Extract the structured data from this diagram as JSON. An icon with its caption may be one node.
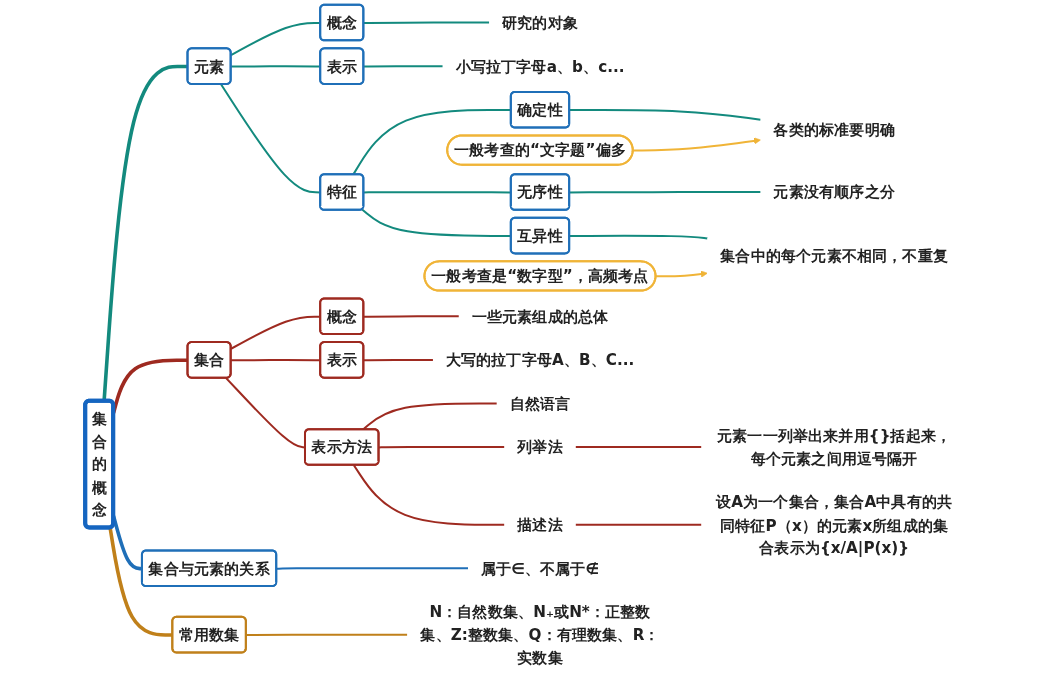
{
  "diagram": {
    "nodes": [
      {
        "text": [
          "集合的概念"
        ]
      },
      {
        "text": [
          "元素"
        ]
      },
      {
        "text": [
          "概念"
        ]
      },
      {
        "text": [
          "研究的对象"
        ]
      },
      {
        "text": [
          "表示"
        ]
      },
      {
        "text": [
          "小写拉丁字母a、b、c..."
        ]
      },
      {
        "text": [
          "特征"
        ]
      },
      {
        "text": [
          "确定性"
        ]
      },
      {
        "text": [
          "一般考查的“文字题”偏多"
        ]
      },
      {
        "text": [
          "各类的标准要明确"
        ]
      },
      {
        "text": [
          "无序性"
        ]
      },
      {
        "text": [
          "元素没有顺序之分"
        ]
      },
      {
        "text": [
          "互异性"
        ]
      },
      {
        "text": [
          "一般考查是“数字型”，高频考点"
        ]
      },
      {
        "text": [
          "集合中的每个元素不相同，不重复"
        ]
      },
      {
        "text": [
          "集合"
        ]
      },
      {
        "text": [
          "概念"
        ]
      },
      {
        "text": [
          "一些元素组成的总体"
        ]
      },
      {
        "text": [
          "表示"
        ]
      },
      {
        "text": [
          "大写的拉丁字母A、B、C..."
        ]
      },
      {
        "text": [
          "表示方法"
        ]
      },
      {
        "text": [
          "自然语言"
        ]
      },
      {
        "text": [
          "列举法"
        ]
      },
      {
        "text": [
          "元素一一列举出来并用{}括起来，每个元素之间用逗号隔开"
        ]
      },
      {
        "text": [
          "描述法"
        ]
      },
      {
        "text": [
          "设A为一个集合，集合A中具有的共同特征P（x）的元素x所组成的集合表示为{x/A|P(x)}"
        ]
      },
      {
        "text": [
          "集合与元素的关系"
        ]
      },
      {
        "text": [
          "属于∈、不属于∉"
        ]
      },
      {
        "text": [
          "常用数集"
        ]
      },
      {
        "text": [
          "N：自然数集、N₊或N*：正整数集、Z:整数集、Q：有理数集、R：实数集"
        ]
      }
    ],
    "edges": [
      {
        "from": 0,
        "to": 1,
        "arrow": "none",
        "style": "thick"
      },
      {
        "from": 1,
        "to": 2,
        "arrow": "none"
      },
      {
        "from": 2,
        "to": 3,
        "arrow": "none"
      },
      {
        "from": 1,
        "to": 4,
        "arrow": "none"
      },
      {
        "from": 4,
        "to": 5,
        "arrow": "none"
      },
      {
        "from": 1,
        "to": 6,
        "arrow": "none"
      },
      {
        "from": 6,
        "to": 7,
        "arrow": "none"
      },
      {
        "from": 7,
        "to": 9,
        "arrow": "none"
      },
      {
        "from": 8,
        "to": 9,
        "arrow": "to",
        "color": "#f0b437"
      },
      {
        "from": 6,
        "to": 10,
        "arrow": "none"
      },
      {
        "from": 10,
        "to": 11,
        "arrow": "none"
      },
      {
        "from": 6,
        "to": 12,
        "arrow": "none"
      },
      {
        "from": 12,
        "to": 14,
        "arrow": "none"
      },
      {
        "from": 13,
        "to": 14,
        "arrow": "to",
        "color": "#f0b437"
      },
      {
        "from": 0,
        "to": 15,
        "arrow": "none",
        "style": "thick",
        "color": "#9e2a20"
      },
      {
        "from": 15,
        "to": 16,
        "arrow": "none",
        "color": "#9e2a20"
      },
      {
        "from": 16,
        "to": 17,
        "arrow": "none",
        "color": "#9e2a20"
      },
      {
        "from": 15,
        "to": 18,
        "arrow": "none",
        "color": "#9e2a20"
      },
      {
        "from": 18,
        "to": 19,
        "arrow": "none",
        "color": "#9e2a20"
      },
      {
        "from": 15,
        "to": 20,
        "arrow": "none",
        "color": "#9e2a20"
      },
      {
        "from": 20,
        "to": 21,
        "arrow": "none",
        "color": "#9e2a20"
      },
      {
        "from": 20,
        "to": 22,
        "arrow": "none",
        "color": "#9e2a20"
      },
      {
        "from": 22,
        "to": 23,
        "arrow": "none",
        "color": "#9e2a20"
      },
      {
        "from": 20,
        "to": 24,
        "arrow": "none",
        "color": "#9e2a20"
      },
      {
        "from": 24,
        "to": 25,
        "arrow": "none",
        "color": "#9e2a20"
      },
      {
        "from": 0,
        "to": 26,
        "arrow": "none",
        "style": "thick",
        "color": "#1f6fb8"
      },
      {
        "from": 26,
        "to": 27,
        "arrow": "none",
        "color": "#1f6fb8"
      },
      {
        "from": 0,
        "to": 28,
        "arrow": "none",
        "style": "thick",
        "color": "#c0801a"
      },
      {
        "from": 28,
        "to": 29,
        "arrow": "none",
        "color": "#c0801a"
      }
    ]
  }
}
